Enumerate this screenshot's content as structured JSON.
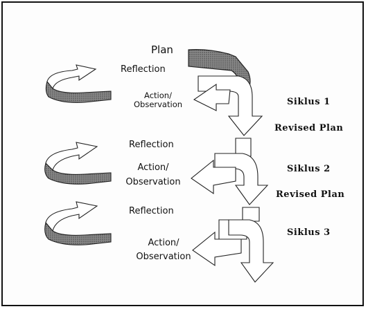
{
  "diagram": {
    "plan": "Plan",
    "cycles": [
      {
        "reflection": "Reflection",
        "action_line1": "Action/",
        "action_line2": "Observation",
        "siklus": "Siklus 1",
        "revised_plan": "Revised Plan"
      },
      {
        "reflection": "Reflection",
        "action_line1": "Action/",
        "action_line2": "Observation",
        "siklus": "Siklus 2",
        "revised_plan": "Revised Plan"
      },
      {
        "reflection": "Reflection",
        "action_line1": "Action/",
        "action_line2": "Observation",
        "siklus": "Siklus 3"
      }
    ]
  }
}
